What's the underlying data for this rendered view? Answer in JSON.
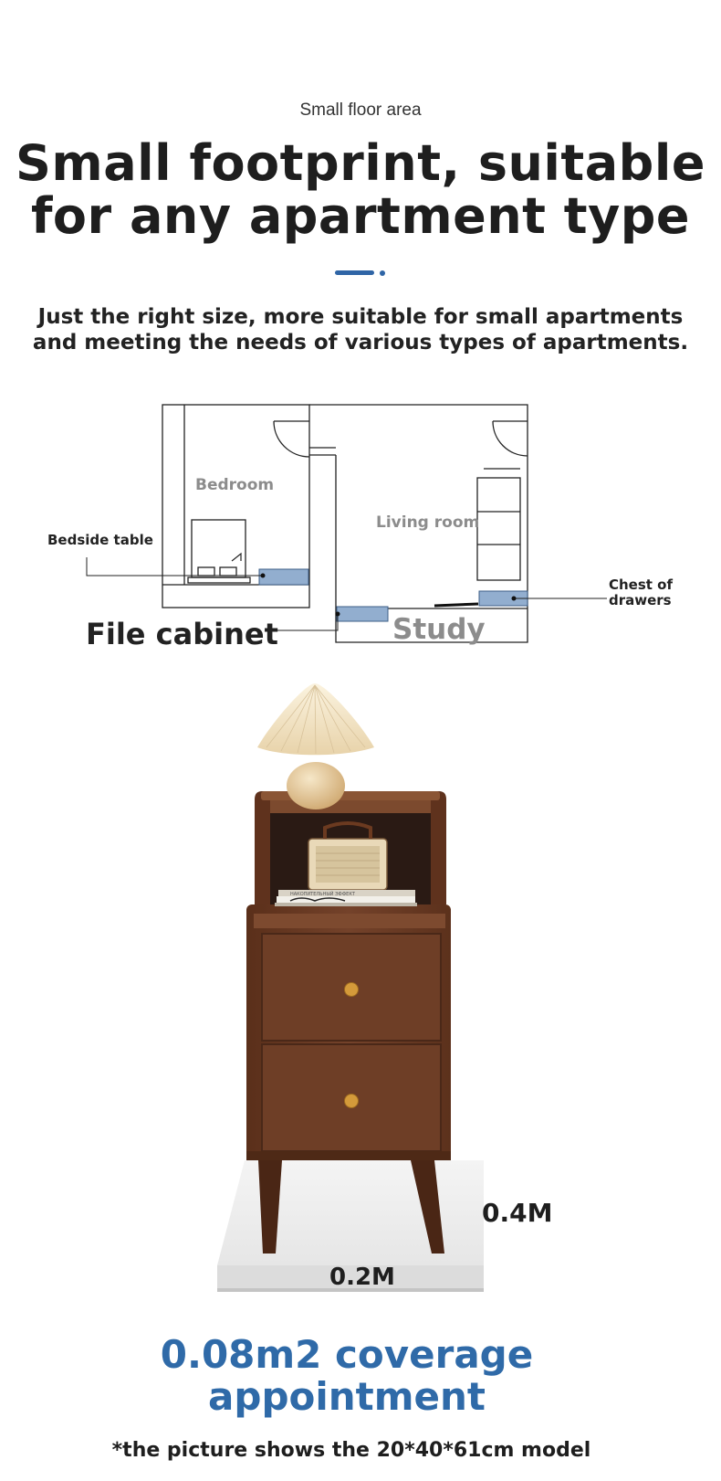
{
  "header": {
    "eyebrow": "Small floor area",
    "headline_line1": "Small footprint, suitable",
    "headline_line2": "for any apartment type",
    "lead_line1": "Just the right size, more suitable for small apartments",
    "lead_line2": "and meeting the needs of various types of apartments."
  },
  "floorplan": {
    "rooms": {
      "bedroom": "Bedroom",
      "living_room": "Living room",
      "study": "Study"
    },
    "callouts": {
      "bedside_table": "Bedside table",
      "file_cabinet": "File cabinet",
      "chest_line1": "Chest of",
      "chest_line2": "drawers"
    }
  },
  "product": {
    "book_text": "НАКОПИТЕЛЬНЫЙ ЭФФЕКТ",
    "dimension_depth": "0.4M",
    "dimension_width": "0.2M"
  },
  "coverage": {
    "line1": "0.08m2 coverage",
    "line2": "appointment"
  },
  "footnote": "*the picture shows the 20*40*61cm model",
  "colors": {
    "accent_blue": "#2f65a6",
    "furniture_fill": "#92aecf",
    "wood": "#6a3b22"
  }
}
